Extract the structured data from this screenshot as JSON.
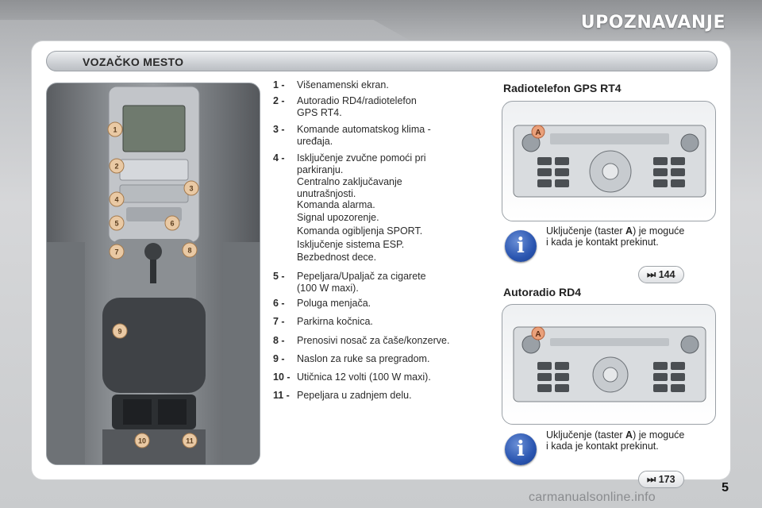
{
  "header": {
    "title": "UPOZNAVANJE"
  },
  "section": {
    "title": "VOZAČKO MESTO"
  },
  "photo": {
    "callouts": [
      "1",
      "2",
      "3",
      "4",
      "5",
      "6",
      "7",
      "8",
      "9",
      "10",
      "11"
    ]
  },
  "items": [
    {
      "num": "1 -",
      "lines": [
        "Višenamenski ekran."
      ]
    },
    {
      "num": "2 -",
      "lines": [
        "Autoradio RD4/radiotelefon",
        "GPS RT4."
      ]
    },
    {
      "num": "3 -",
      "lines": [
        "Komande automatskog klima -",
        "uređaja."
      ]
    },
    {
      "num": "4 -",
      "lines": [
        "Isključenje zvučne pomoći pri",
        "parkiranju."
      ]
    },
    {
      "num": "",
      "lines": [
        "Centralno zaključavanje",
        "unutrašnjosti."
      ]
    },
    {
      "num": "",
      "lines": [
        "Komanda alarma."
      ]
    },
    {
      "num": "",
      "lines": [
        "Signal upozorenje."
      ]
    },
    {
      "num": "",
      "lines": [
        "Komanda ogibljenja SPORT."
      ]
    },
    {
      "num": "",
      "lines": [
        "Isključenje sistema ESP."
      ]
    },
    {
      "num": "",
      "lines": [
        "Bezbednost dece."
      ]
    },
    {
      "num": "5 -",
      "lines": [
        "Pepeljara/Upaljač za cigarete",
        "(100 W maxi)."
      ]
    },
    {
      "num": "6 -",
      "lines": [
        "Poluga menjača."
      ]
    },
    {
      "num": "7 -",
      "lines": [
        "Parkirna kočnica."
      ]
    },
    {
      "num": "8 -",
      "lines": [
        "Prenosivi nosač za čaše/konzerve."
      ]
    },
    {
      "num": "9 -",
      "lines": [
        "Naslon za ruke sa pregradom."
      ]
    },
    {
      "num": "10 -",
      "lines": [
        "Utičnica 12 volti (100 W maxi)."
      ]
    },
    {
      "num": "11 -",
      "lines": [
        "Pepeljara u zadnjem delu."
      ]
    }
  ],
  "gps": {
    "title": "Radiotelefon GPS RT4",
    "button_label": "A",
    "info_pre": "Uključenje (taster ",
    "info_key": "A",
    "info_post": ") je moguće",
    "info_line2": "i kada je kontakt prekinut.",
    "ref": "⏭ 144"
  },
  "rd4": {
    "title": "Autoradio RD4",
    "button_label": "A",
    "info_pre": "Uključenje (taster ",
    "info_key": "A",
    "info_post": ") je moguće",
    "info_line2": "i kada je kontakt prekinut.",
    "ref": "⏭ 173"
  },
  "icons": {
    "info": "i"
  },
  "page": {
    "number": "5"
  },
  "watermark": "carmanualsonline.info"
}
